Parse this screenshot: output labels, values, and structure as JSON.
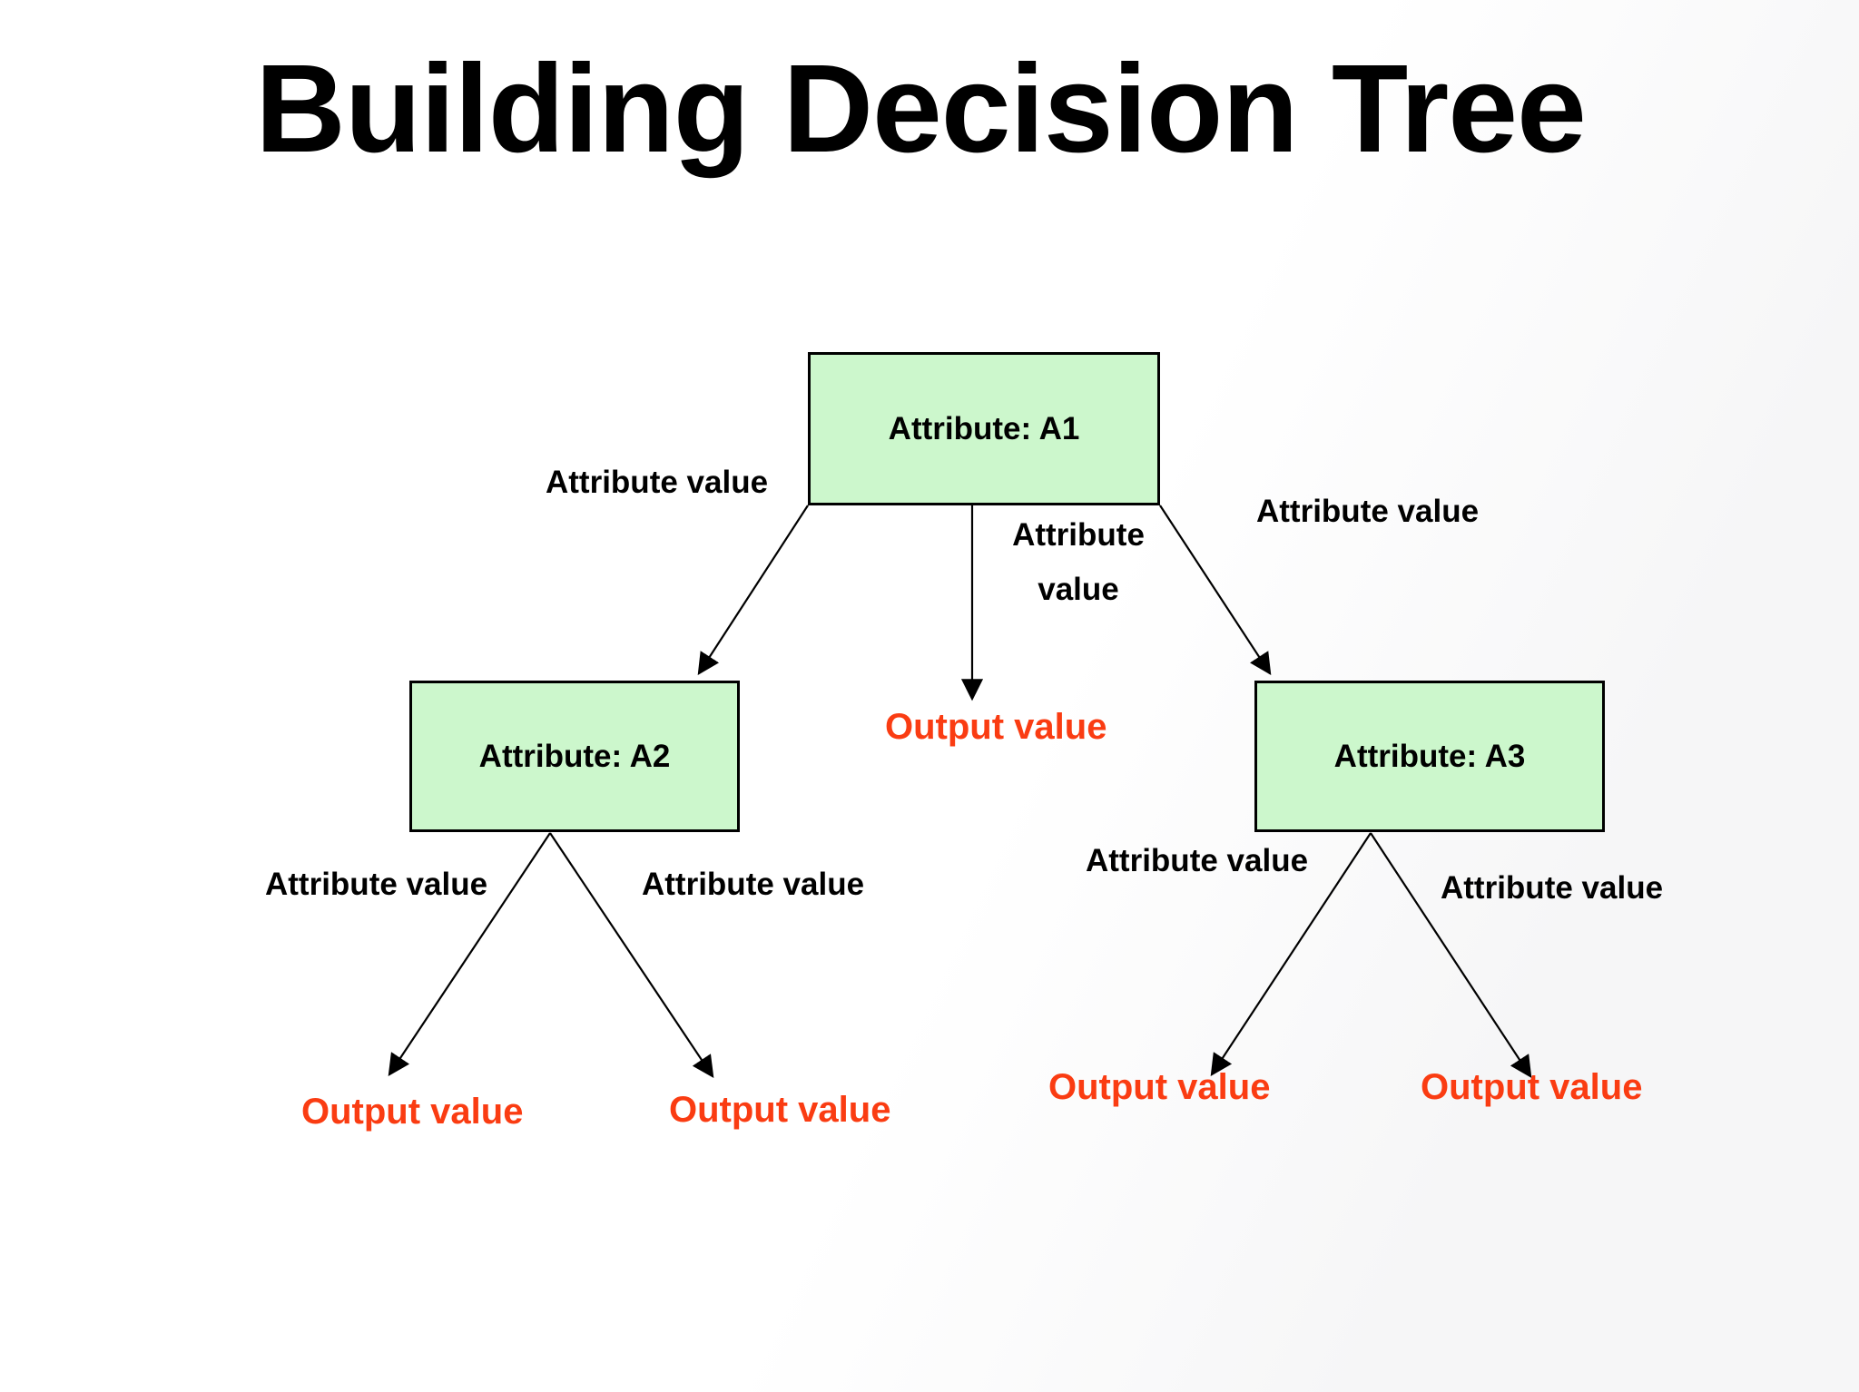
{
  "slide": {
    "title": "Building Decision Tree"
  },
  "colors": {
    "node_fill": "#ccf7cc",
    "node_border": "#000000",
    "edge_label_text": "#000000",
    "output_text": "#fa3c12"
  },
  "nodes": {
    "a1": {
      "label": "Attribute: A1"
    },
    "a2": {
      "label": "Attribute: A2"
    },
    "a3": {
      "label": "Attribute: A3"
    }
  },
  "edge_labels": {
    "a1_left": "Attribute value",
    "a1_middle_line1": "Attribute",
    "a1_middle_line2": "value",
    "a1_right": "Attribute value",
    "a2_left": "Attribute value",
    "a2_right": "Attribute value",
    "a3_left": "Attribute value",
    "a3_right": "Attribute value"
  },
  "outputs": {
    "a1_middle": "Output value",
    "a2_left": "Output value",
    "a2_right": "Output value",
    "a3_left": "Output value",
    "a3_right": "Output value"
  }
}
